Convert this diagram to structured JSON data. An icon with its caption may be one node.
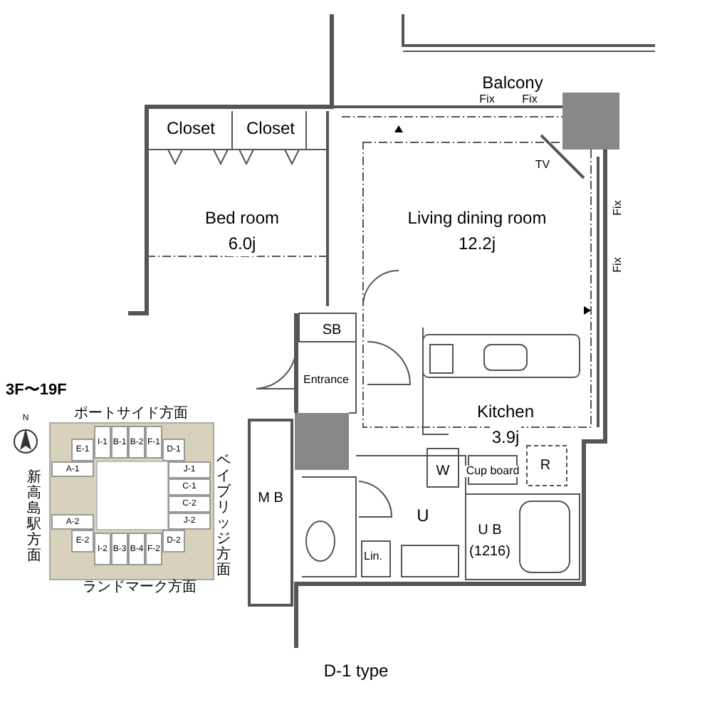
{
  "diagram": {
    "caption": "D-1 type",
    "nodes": [
      {
        "text": [
          "Balcony"
        ]
      },
      {
        "text": [
          "Closet"
        ]
      },
      {
        "text": [
          "Closet"
        ]
      },
      {
        "text": [
          "Bed room",
          "6.0j"
        ]
      },
      {
        "text": [
          "Living dining room",
          "12.2j"
        ]
      },
      {
        "text": [
          "SB"
        ]
      },
      {
        "text": [
          "Entrance"
        ]
      },
      {
        "text": [
          "Kitchen",
          "3.9j"
        ]
      },
      {
        "text": [
          "W"
        ]
      },
      {
        "text": [
          "Cup board"
        ]
      },
      {
        "text": [
          "R"
        ]
      },
      {
        "text": [
          "M B"
        ]
      },
      {
        "text": [
          "U"
        ]
      },
      {
        "text": [
          "U B",
          "(1216)"
        ]
      },
      {
        "text": [
          "Lin."
        ]
      },
      {
        "text": [
          "E-1"
        ]
      },
      {
        "text": [
          "I-1"
        ]
      },
      {
        "text": [
          "B-1"
        ]
      },
      {
        "text": [
          "B-2"
        ]
      },
      {
        "text": [
          "F-1"
        ]
      },
      {
        "text": [
          "D-1"
        ]
      },
      {
        "text": [
          "A-1"
        ]
      },
      {
        "text": [
          "J-1"
        ]
      },
      {
        "text": [
          "C-1"
        ]
      },
      {
        "text": [
          "C-2"
        ]
      },
      {
        "text": [
          "J-2"
        ]
      },
      {
        "text": [
          "A-2"
        ]
      },
      {
        "text": [
          "E-2"
        ]
      },
      {
        "text": [
          "I-2"
        ]
      },
      {
        "text": [
          "B-3"
        ]
      },
      {
        "text": [
          "B-4"
        ]
      },
      {
        "text": [
          "F-2"
        ]
      },
      {
        "text": [
          "D-2"
        ]
      }
    ],
    "edges": [],
    "labels": [
      "Fix",
      "Fix",
      "TV",
      "Fix",
      "Fix",
      "3F〜19F",
      "N",
      "ポートサイド方面",
      "新高島駅方面",
      "ベイブリッジ方面",
      "ランドマーク方面"
    ]
  }
}
